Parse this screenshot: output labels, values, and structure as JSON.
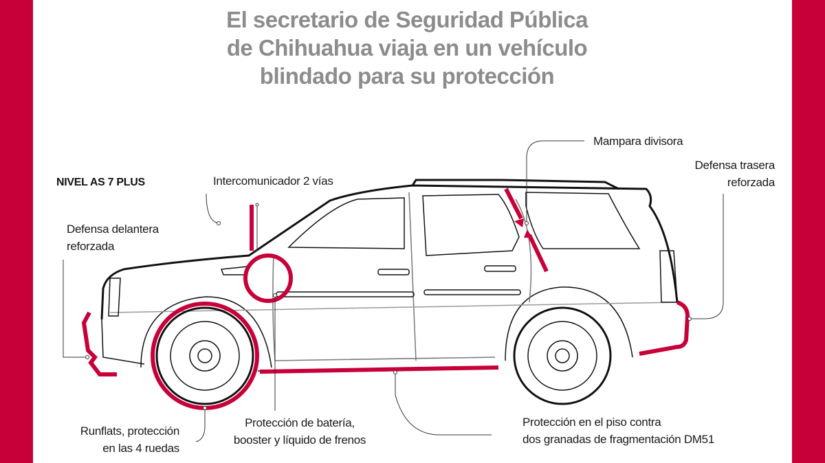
{
  "title": {
    "lines": [
      "El secretario de Seguridad Pública",
      "de Chihuahua viaja en un vehículo",
      "blindado para su protección"
    ]
  },
  "level": "NIVEL AS 7 PLUS",
  "labels": {
    "intercom": "Intercomunicador 2 vías",
    "front_bumper": [
      "Defensa delantera",
      "reforzada"
    ],
    "partition": "Mampara divisora",
    "rear_bumper": [
      "Defensa trasera",
      "reforzada"
    ],
    "runflats": [
      "Runflats, protección",
      "en las 4 ruedas"
    ],
    "battery": [
      "Protección de batería,",
      "booster y líquido de frenos"
    ],
    "floor": [
      "Protección en el piso contra",
      "dos granadas de fragmentación DM51"
    ]
  },
  "colors": {
    "accent": "#c8003a",
    "title": "#8c8c8c"
  }
}
